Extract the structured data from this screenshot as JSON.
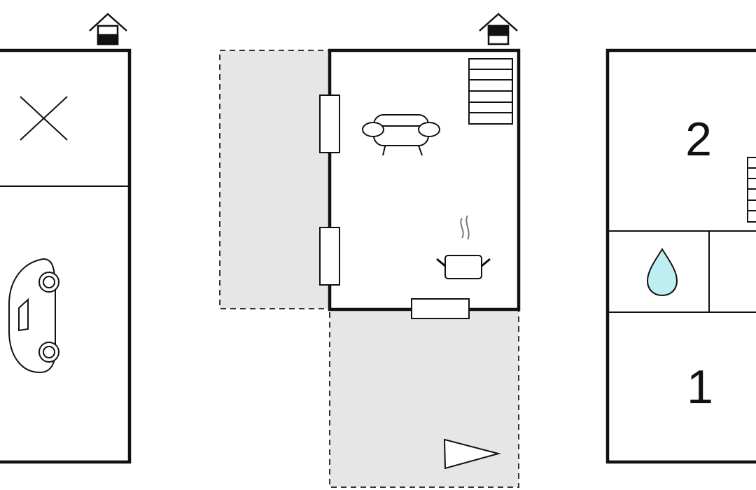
{
  "colors": {
    "wall": "#111111",
    "terrace_fill": "#e6e6e6",
    "terrace_border": "#333333",
    "water": "#bdeef2",
    "background": "#ffffff"
  },
  "floors": [
    {
      "id": "left",
      "rooms": [
        "storage-room",
        "garage"
      ],
      "icons": [
        "entrance-house-icon",
        "x-mark-icon",
        "car-icon"
      ]
    },
    {
      "id": "center",
      "rooms": [
        "living-room",
        "kitchen"
      ],
      "icons": [
        "entrance-house-icon",
        "staircase-icon",
        "sofa-icon",
        "cooking-pot-icon",
        "terrace-direction-icon"
      ],
      "terraces": 2
    },
    {
      "id": "right",
      "rooms": [
        {
          "name": "bedroom-2",
          "label": "2"
        },
        {
          "name": "bathroom"
        },
        {
          "name": "bedroom-1",
          "label": "1"
        }
      ],
      "icons": [
        "staircase-icon",
        "water-drop-icon"
      ]
    }
  ]
}
